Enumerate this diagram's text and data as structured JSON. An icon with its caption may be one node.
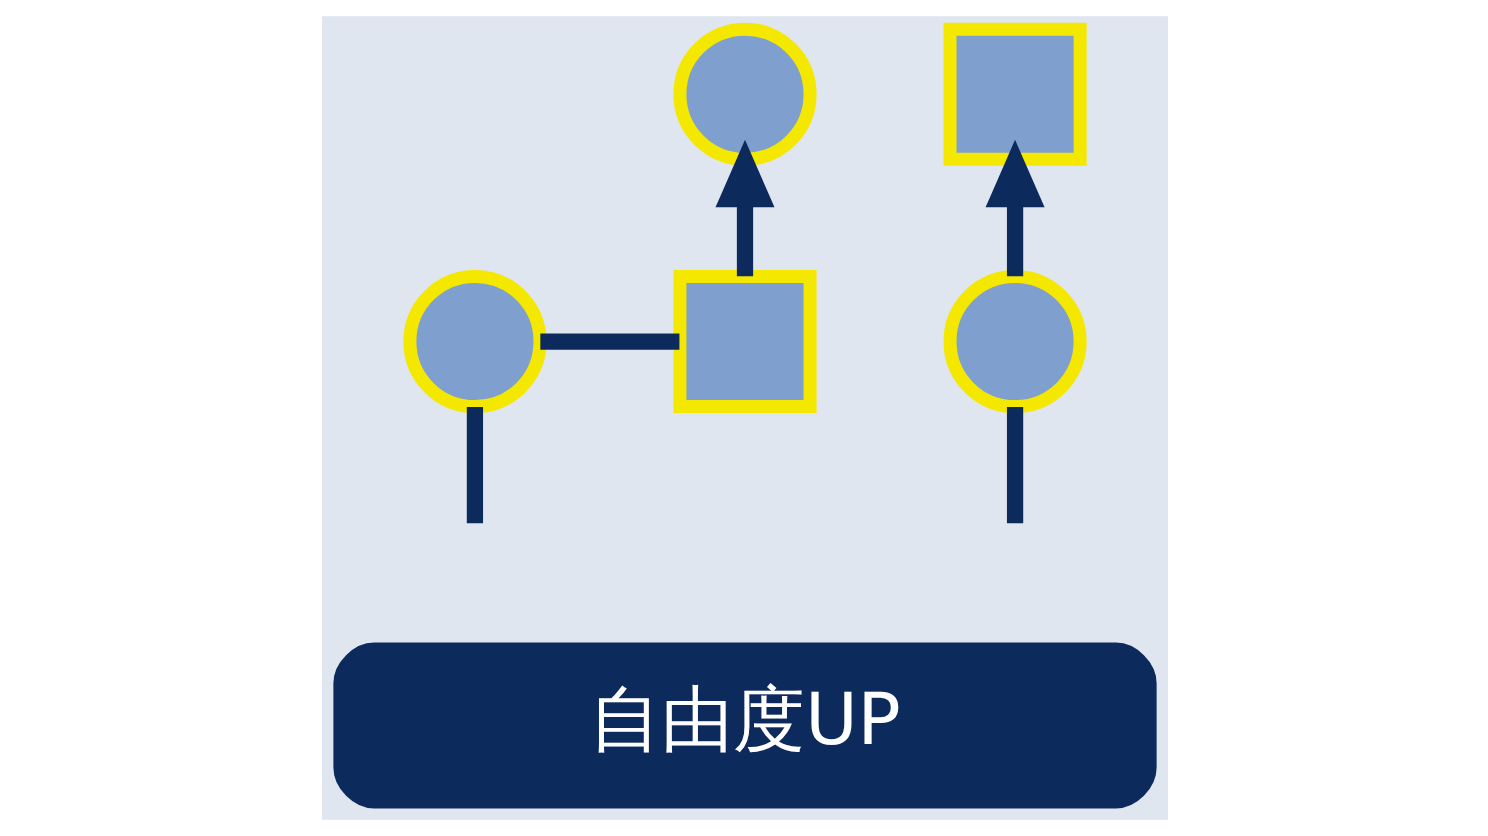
{
  "diagram": {
    "nodes": [
      {
        "text": [],
        "shape": "circle"
      },
      {
        "text": [],
        "shape": "box"
      },
      {
        "text": [],
        "shape": "circle"
      },
      {
        "text": [],
        "shape": "box"
      },
      {
        "text": [],
        "shape": "circle"
      },
      {
        "text": [
          "自由度UP"
        ]
      }
    ],
    "edges": [
      {
        "from": null,
        "to": 2,
        "arrow": "none"
      },
      {
        "from": 2,
        "to": 3,
        "arrow": "none"
      },
      {
        "from": 3,
        "to": 0,
        "arrow": "to"
      },
      {
        "from": null,
        "to": 4,
        "arrow": "none"
      },
      {
        "from": 4,
        "to": 1,
        "arrow": "to"
      }
    ]
  }
}
